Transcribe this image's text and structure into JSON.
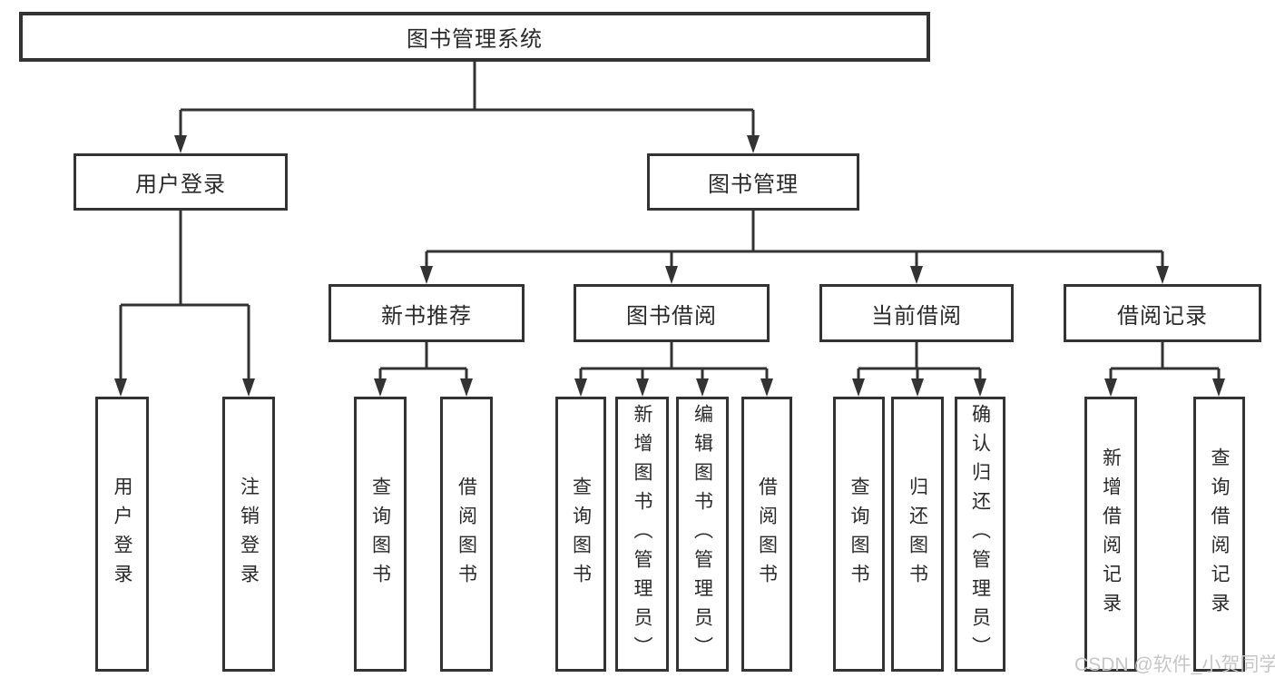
{
  "tree": {
    "label": "图书管理系统",
    "children": [
      {
        "label": "用户登录",
        "children": [
          {
            "label": "用户登录"
          },
          {
            "label": "注销登录"
          }
        ]
      },
      {
        "label": "图书管理",
        "children": [
          {
            "label": "新书推荐",
            "children": [
              {
                "label": "查询图书"
              },
              {
                "label": "借阅图书"
              }
            ]
          },
          {
            "label": "图书借阅",
            "children": [
              {
                "label": "查询图书"
              },
              {
                "label": "新增图书（管理员）"
              },
              {
                "label": "编辑图书（管理员）"
              },
              {
                "label": "借阅图书"
              }
            ]
          },
          {
            "label": "当前借阅",
            "children": [
              {
                "label": "查询图书"
              },
              {
                "label": "归还图书"
              },
              {
                "label": "确认归还（管理员）"
              }
            ]
          },
          {
            "label": "借阅记录",
            "children": [
              {
                "label": "新增借阅记录"
              },
              {
                "label": "查询借阅记录"
              }
            ]
          }
        ]
      }
    ]
  },
  "watermark": {
    "text": "CSDN @软件_小贺同学"
  },
  "colors": {
    "line": "#333333",
    "text": "#2a2a2a",
    "bg": "#ffffff",
    "watermark": "#c6c6c6"
  }
}
